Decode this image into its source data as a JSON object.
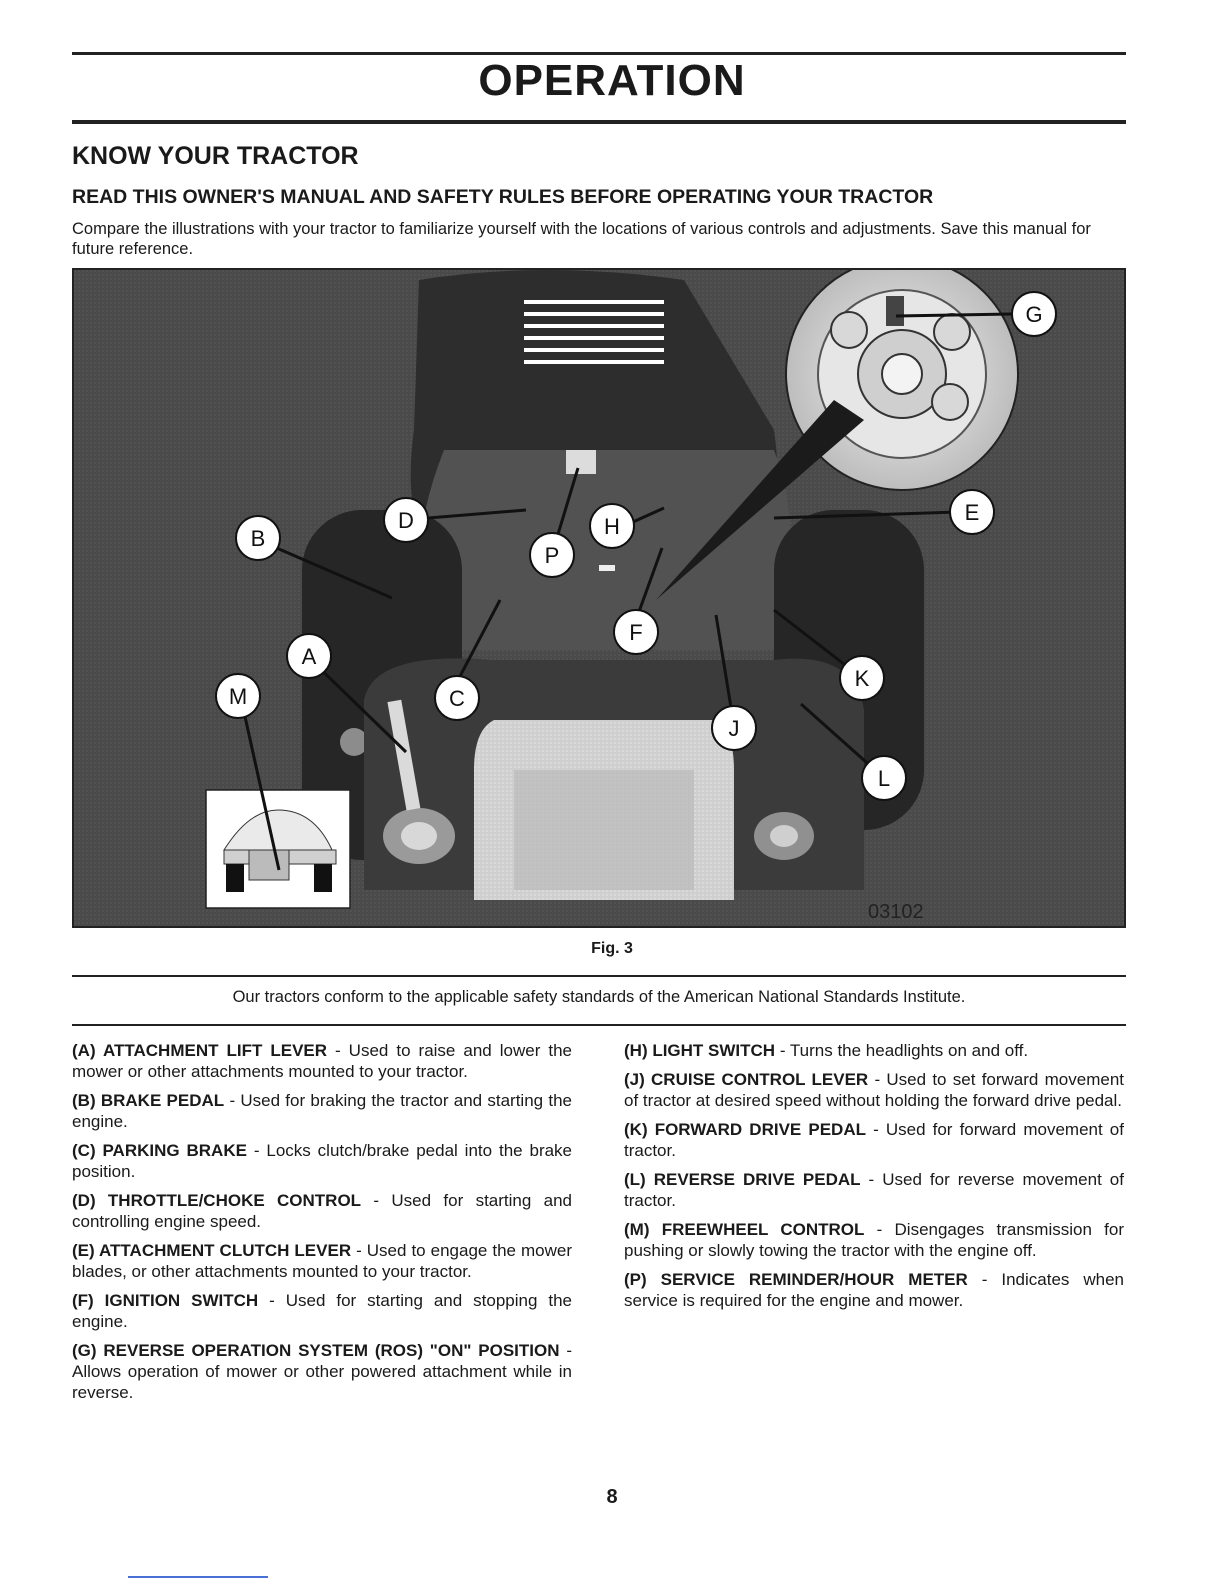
{
  "header": {
    "title": "OPERATION"
  },
  "section": {
    "title": "KNOW YOUR TRACTOR",
    "warning_heading": "READ THIS OWNER'S MANUAL AND SAFETY RULES BEFORE OPERATING YOUR TRACTOR",
    "intro": "Compare the illustrations with your tractor to familiarize yourself with the locations of various controls and adjustments. Save this manual for future reference."
  },
  "figure": {
    "code": "03102",
    "caption": "Fig. 3",
    "callouts": [
      "G",
      "D",
      "B",
      "E",
      "H",
      "P",
      "F",
      "A",
      "K",
      "C",
      "M",
      "J",
      "L"
    ]
  },
  "standards_note": "Our tractors conform to the applicable safety standards of the American National Standards Institute.",
  "controls_left": [
    {
      "term": "(A) ATTACHMENT LIFT LEVER",
      "desc": " - Used to raise and lower the mower or other attachments mounted to your tractor."
    },
    {
      "term": "(B) BRAKE PEDAL",
      "desc": " - Used for braking the tractor and starting the engine."
    },
    {
      "term": "(C) PARKING BRAKE",
      "desc": " - Locks clutch/brake pedal into the brake position."
    },
    {
      "term": "(D) THROTTLE/CHOKE CONTROL",
      "desc": " - Used for starting and controlling engine speed."
    },
    {
      "term": "(E) ATTACHMENT CLUTCH LEVER",
      "desc": " - Used to engage the mower blades, or other attachments mounted to your tractor."
    },
    {
      "term": "(F) IGNITION SWITCH",
      "desc": " - Used for starting and stopping the engine."
    },
    {
      "term": "(G) REVERSE OPERATION SYSTEM (ROS) \"ON\" POSITION",
      "desc": " - Allows operation of mower or other powered attachment while in reverse."
    }
  ],
  "controls_right": [
    {
      "term": "(H) LIGHT SWITCH",
      "desc": " - Turns the headlights on and off."
    },
    {
      "term": "(J) CRUISE CONTROL LEVER",
      "desc": " - Used to set forward movement of tractor at desired speed without holding the forward drive pedal."
    },
    {
      "term": "(K) FORWARD DRIVE PEDAL",
      "desc": " - Used for forward movement of tractor."
    },
    {
      "term": "(L) REVERSE DRIVE PEDAL",
      "desc": " - Used for reverse movement of tractor."
    },
    {
      "term": "(M) FREEWHEEL CONTROL",
      "desc": " - Disengages transmission for pushing or slowly towing the tractor with the engine off."
    },
    {
      "term": "(P) SERVICE REMINDER/HOUR METER",
      "desc": " - Indicates when service is required for the engine and mower."
    }
  ],
  "page_number": "8"
}
